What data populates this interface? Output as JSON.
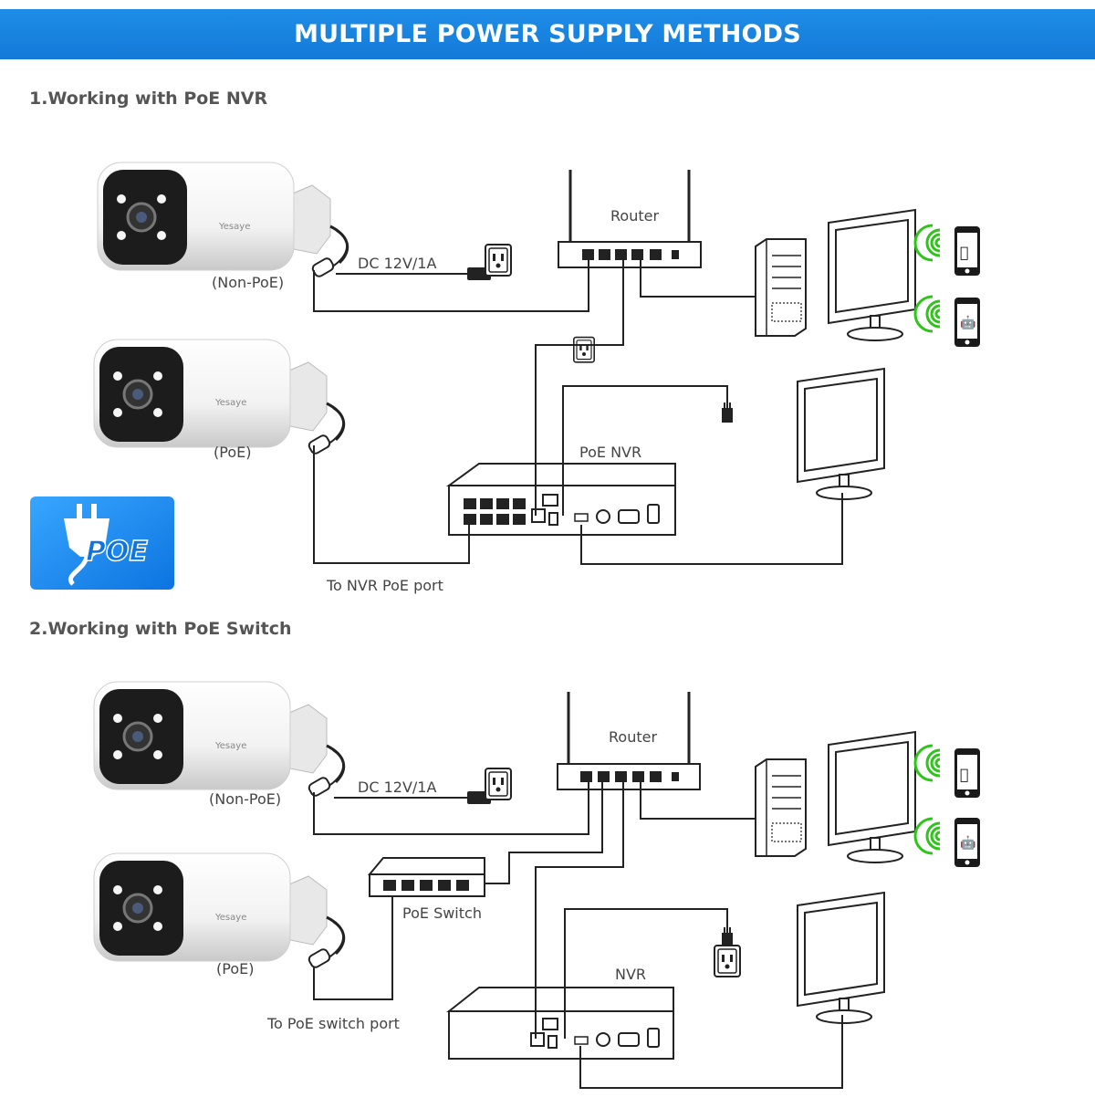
{
  "header": {
    "title": "MULTIPLE POWER SUPPLY METHODS"
  },
  "section1": {
    "title": "1.Working with PoE NVR",
    "camera_nonpoe_label": "(Non-PoE)",
    "camera_poe_label": "(PoE)",
    "power_label": "DC 12V/1A",
    "router_label": "Router",
    "nvr_label": "PoE NVR",
    "cable_label": "To NVR PoE port",
    "badge_text": "POE"
  },
  "section2": {
    "title": "2.Working with PoE Switch",
    "camera_nonpoe_label": "(Non-PoE)",
    "camera_poe_label": "(PoE)",
    "power_label": "DC 12V/1A",
    "router_label": "Router",
    "switch_label": "PoE Switch",
    "nvr_label": "NVR",
    "cable_label": "To PoE switch port"
  },
  "camera_brand": "Yesaye",
  "colors": {
    "banner": "#1684e0",
    "wifi": "#2ec41a",
    "badge": "#1a8fef"
  },
  "icons": [
    "poe-plug-icon",
    "apple-icon",
    "android-icon",
    "wifi-icon",
    "power-outlet-icon",
    "power-plug-icon"
  ]
}
